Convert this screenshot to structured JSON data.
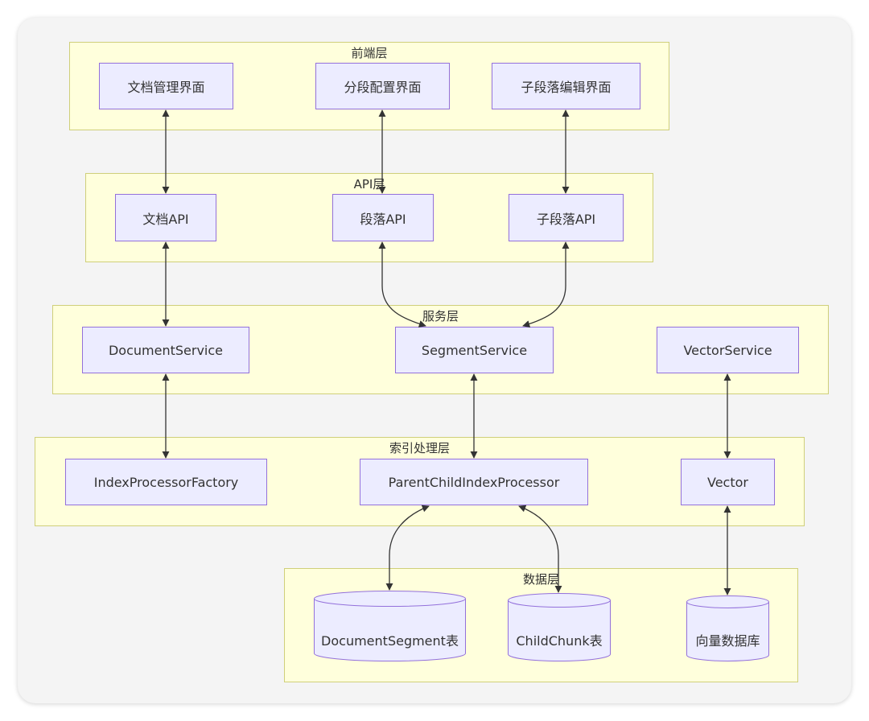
{
  "layers": {
    "frontend": {
      "title": "前端层"
    },
    "api": {
      "title": "API层"
    },
    "service": {
      "title": "服务层"
    },
    "index": {
      "title": "索引处理层"
    },
    "data": {
      "title": "数据层"
    }
  },
  "nodes": {
    "doc_ui": "文档管理界面",
    "seg_config_ui": "分段配置界面",
    "child_edit_ui": "子段落编辑界面",
    "doc_api": "文档API",
    "seg_api": "段落API",
    "child_api": "子段落API",
    "document_service": "DocumentService",
    "segment_service": "SegmentService",
    "vector_service": "VectorService",
    "index_factory": "IndexProcessorFactory",
    "parent_child_processor": "ParentChildIndexProcessor",
    "vector": "Vector",
    "document_segment_table": "DocumentSegment表",
    "child_chunk_table": "ChildChunk表",
    "vector_db": "向量数据库"
  },
  "colors": {
    "layer_fill": "#ffffdc",
    "layer_border": "#cfcf7a",
    "node_fill": "#ececff",
    "node_border": "#9370db",
    "edge": "#333333"
  }
}
